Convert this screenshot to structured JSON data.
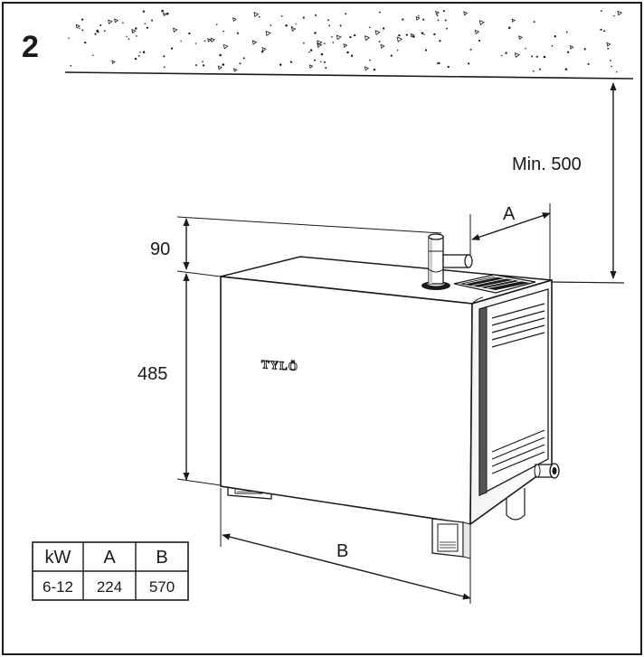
{
  "figure": {
    "number": "2"
  },
  "dimensions": {
    "clearance": "Min. 500",
    "height_top": "90",
    "height_body": "485",
    "depth": "A",
    "width": "B"
  },
  "brand": {
    "logo": "TYLÖ"
  },
  "table": {
    "headers": [
      "kW",
      "A",
      "B"
    ],
    "rows": [
      [
        "6-12",
        "224",
        "570"
      ]
    ]
  }
}
